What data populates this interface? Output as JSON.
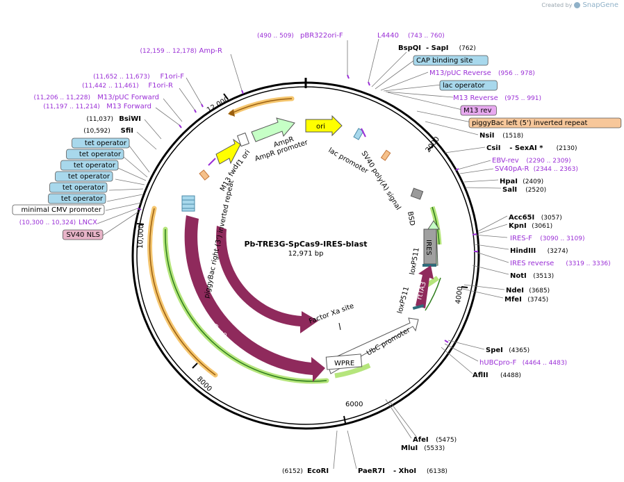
{
  "credit": {
    "prefix": "Created by",
    "brand": "SnapGene"
  },
  "plasmid": {
    "name": "Pb-TRE3G-SpCas9-IRES-blast",
    "size_label": "12,971 bp"
  },
  "ticks": [
    "2000",
    "4000",
    "6000",
    "8000",
    "10,000",
    "12,000"
  ],
  "right_labels": [
    {
      "text": "BspQI",
      "bold": true,
      "suffix": "- SapI",
      "pos": "(762)"
    },
    {
      "text": "CAP binding site",
      "box": "#a8d8ec"
    },
    {
      "text": "M13/pUC Reverse",
      "purple": true,
      "pos": "(956 .. 978)"
    },
    {
      "text": "lac operator",
      "box": "#a8d8ec"
    },
    {
      "text": "M13 Reverse",
      "purple": true,
      "pos": "(975 .. 991)"
    },
    {
      "text": "M13 rev",
      "box": "#e7a9ef"
    },
    {
      "text": "piggyBac left (5') inverted repeat",
      "box": "#f7c79a"
    },
    {
      "text": "NsiI",
      "bold": true,
      "pos": "(1518)"
    },
    {
      "text": "CsiI",
      "bold": true,
      "suffix": "- SexAI *",
      "pos": "(2130)"
    },
    {
      "text": "EBV-rev",
      "purple": true,
      "pos": "(2290 .. 2309)"
    },
    {
      "text": "SV40pA-R",
      "purple": true,
      "pos": "(2344 .. 2363)"
    },
    {
      "text": "HpaI",
      "bold": true,
      "pos": "(2409)"
    },
    {
      "text": "SalI",
      "bold": true,
      "pos": "(2520)"
    },
    {
      "text": "Acc65I",
      "bold": true,
      "pos": "(3057)"
    },
    {
      "text": "KpnI",
      "bold": true,
      "pos": "(3061)"
    },
    {
      "text": "IRES-F",
      "purple": true,
      "pos": "(3090 .. 3109)"
    },
    {
      "text": "HindIII",
      "bold": true,
      "pos": "(3274)"
    },
    {
      "text": "IRES reverse",
      "purple": true,
      "pos": "(3319 .. 3336)"
    },
    {
      "text": "NotI",
      "bold": true,
      "pos": "(3513)"
    },
    {
      "text": "NdeI",
      "bold": true,
      "pos": "(3685)"
    },
    {
      "text": "MfeI",
      "bold": true,
      "pos": "(3745)"
    },
    {
      "text": "SpeI",
      "bold": true,
      "pos": "(4365)"
    },
    {
      "text": "hUBCpro-F",
      "purple": true,
      "pos": "(4464 .. 4483)"
    },
    {
      "text": "AflII",
      "bold": true,
      "pos": "(4488)"
    },
    {
      "text": "AfeI",
      "bold": true,
      "pos": "(5475)"
    },
    {
      "text": "MluI",
      "bold": true,
      "pos": "(5533)"
    }
  ],
  "bottom_labels": [
    {
      "text": "EcoRI",
      "bold": true,
      "pos": "(6152)"
    },
    {
      "text": "PaeR7I",
      "bold": true,
      "suffix": "- XhoI",
      "pos": "(6138)"
    }
  ],
  "top_labels": [
    {
      "text": "pBR322ori-F",
      "purple": true,
      "pos": "(490 .. 509)"
    },
    {
      "text": "L4440",
      "purple": true,
      "pos": "(743 .. 760)"
    }
  ],
  "left_labels": [
    {
      "text": "Amp-R",
      "purple": true,
      "pos": "(12,159 .. 12,178)"
    },
    {
      "text": "F1ori-F",
      "purple": true,
      "pos": "(11,652 .. 11,673)"
    },
    {
      "text": "F1ori-R",
      "purple": true,
      "pos": "(11,442 .. 11,461)"
    },
    {
      "text": "M13/pUC Forward",
      "purple": true,
      "pos": "(11,206 .. 11,228)"
    },
    {
      "text": "M13 Forward",
      "purple": true,
      "pos": "(11,197 .. 11,214)"
    },
    {
      "text": "BsiWI",
      "bold": true,
      "pos": "(11,037)"
    },
    {
      "text": "SfiI",
      "bold": true,
      "pos": "(10,592)"
    },
    {
      "text": "tet operator",
      "box": "#a8d8ec"
    },
    {
      "text": "tet operator",
      "box": "#a8d8ec"
    },
    {
      "text": "tet operator",
      "box": "#a8d8ec"
    },
    {
      "text": "tet operator",
      "box": "#a8d8ec"
    },
    {
      "text": "tet operator",
      "box": "#a8d8ec"
    },
    {
      "text": "tet operator",
      "box": "#a8d8ec"
    },
    {
      "text": "minimal CMV promoter",
      "box": "#ffffff"
    },
    {
      "text": "LNCX",
      "purple": true,
      "pos": "(10,300 .. 10,324)"
    },
    {
      "text": "SV40 NLS",
      "box": "#e8b4c8"
    }
  ],
  "features": {
    "ori": "ori",
    "ampr": "AmpR",
    "ampr_promoter": "AmpR promoter",
    "f1_ori": "f1 ori",
    "m13_fwd": "M13 fwd",
    "lac_promoter": "lac promoter",
    "sv40_polya": "SV40 poly(A) signal",
    "bsd": "BSD",
    "ires": "IRES",
    "loxp_a": "loxP511",
    "loxp_b": "loxP511",
    "rtta3": "rtTA3",
    "ubc": "UbC promoter",
    "wpre": "WPRE",
    "factor_xa": "Factor Xa site",
    "cas9_outer": "Cas9",
    "cas9_inner": "Cas9",
    "pb_right": "piggyBac right (3') inverted repeat"
  },
  "colors": {
    "cas9": "#8f2a5c",
    "ampr": "#c6ffc6",
    "ori": "#ffff00",
    "f1": "#ffff00",
    "ires": "#a0a0a0",
    "rtta": "#8f2a5c",
    "bsd": "#ccffcc",
    "orange_track": "#f5c66f",
    "green_track": "#b5e57c",
    "purple": "#9a2ed6"
  }
}
